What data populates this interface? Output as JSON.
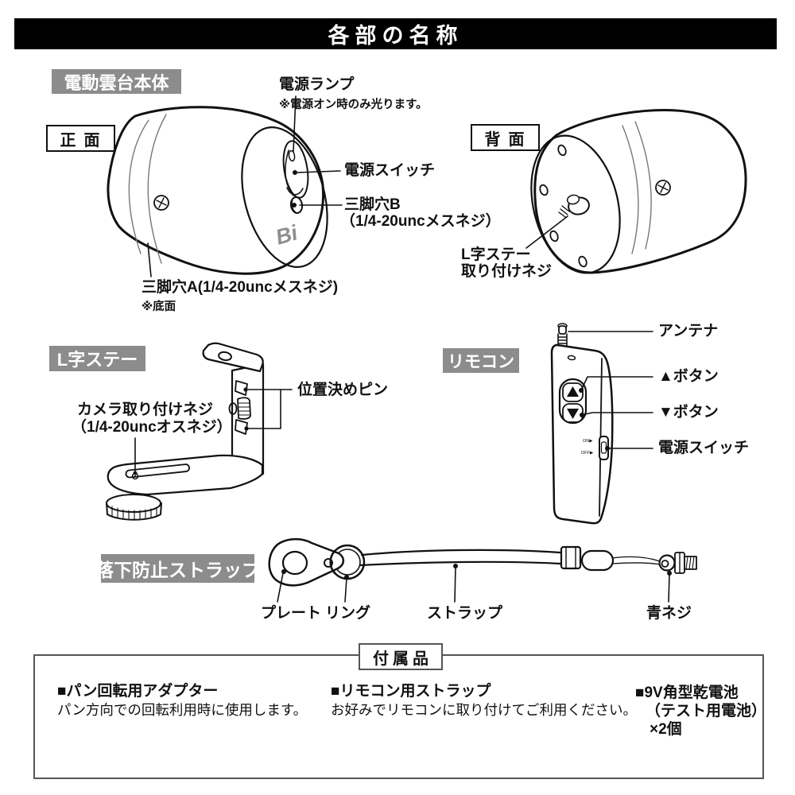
{
  "title": "各部の名称",
  "main_unit": {
    "label": "電動雲台本体",
    "front_tag": "正面",
    "back_tag": "背面",
    "logo": "Bi",
    "power_lamp": "電源ランプ",
    "power_lamp_note": "※電源オン時のみ光ります。",
    "power_switch": "電源スイッチ",
    "tripod_hole_b": "三脚穴B",
    "tripod_hole_b_spec": "（1/4-20uncメスネジ）",
    "tripod_hole_a": "三脚穴A(1/4-20uncメスネジ)",
    "tripod_hole_a_note": "※底面",
    "l_stay_screw_1": "L字ステー",
    "l_stay_screw_2": "取り付けネジ"
  },
  "l_stay": {
    "label": "L字ステー",
    "camera_screw_1": "カメラ取り付けネジ",
    "camera_screw_2": "（1/4-20uncオスネジ）",
    "positioning_pin": "位置決めピン"
  },
  "remote": {
    "label": "リモコン",
    "antenna": "アンテナ",
    "up_button": "▲ボタン",
    "down_button": "▼ボタン",
    "power_switch": "電源スイッチ",
    "on_label": "ON▶",
    "off_label": "OFF▶"
  },
  "strap": {
    "label": "落下防止ストラップ",
    "plate": "プレート",
    "ring": "リング",
    "strap": "ストラップ",
    "blue_screw": "青ネジ"
  },
  "accessories": {
    "label": "付属品",
    "items": [
      {
        "title": "■パン回転用アダプター",
        "desc": "パン方向での回転利用時に使用します。"
      },
      {
        "title": "■リモコン用ストラップ",
        "desc": "お好みでリモコンに取り付けてご利用ください。"
      },
      {
        "title": "■9V角型乾電池",
        "desc2": "（テスト用電池）",
        "desc3": "×2個"
      }
    ]
  },
  "colors": {
    "label_bg": "#8c8c8c",
    "line": "#111111",
    "title_bg": "#000000",
    "logo_gray": "#8f8f8f"
  }
}
